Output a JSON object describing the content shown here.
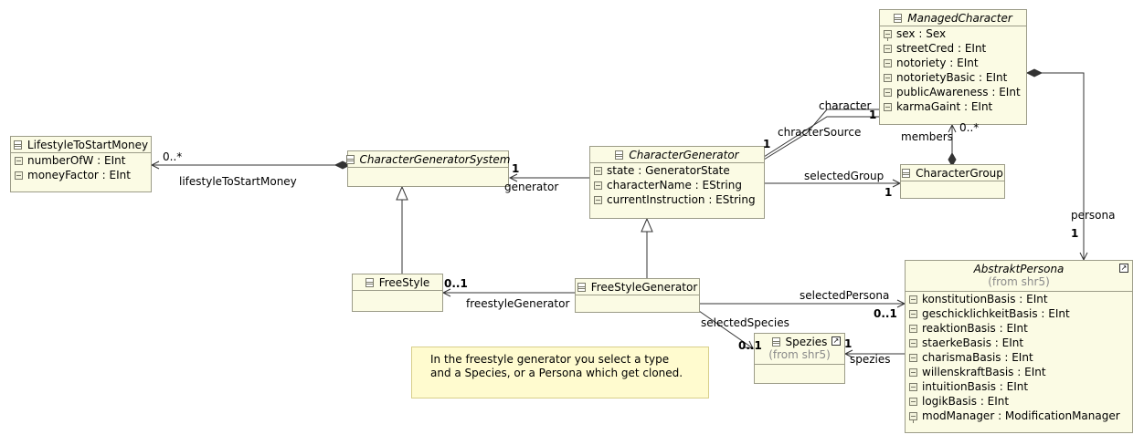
{
  "classes": {
    "lifestyle": {
      "name": "LifestyleToStartMoney",
      "attrs": [
        "numberOfW : EInt",
        "moneyFactor : EInt"
      ]
    },
    "cgs": {
      "name": "CharacterGeneratorSystem"
    },
    "cg": {
      "name": "CharacterGenerator",
      "attrs": [
        "state : GeneratorState",
        "characterName : EString",
        "currentInstruction : EString"
      ]
    },
    "managed": {
      "name": "ManagedCharacter",
      "attrs": [
        "sex : Sex",
        "streetCred : EInt",
        "notoriety : EInt",
        "notorietyBasic : EInt",
        "publicAwareness : EInt",
        "karmaGaint : EInt"
      ]
    },
    "group": {
      "name": "CharacterGroup"
    },
    "freestyle": {
      "name": "FreeStyle"
    },
    "fsg": {
      "name": "FreeStyleGenerator"
    },
    "persona": {
      "name": "AbstraktPersona",
      "from": "(from shr5)",
      "attrs": [
        "konstitutionBasis : EInt",
        "geschicklichkeitBasis : EInt",
        "reaktionBasis : EInt",
        "staerkeBasis : EInt",
        "charismaBasis : EInt",
        "willenskraftBasis : EInt",
        "intuitionBasis : EInt",
        "logikBasis : EInt",
        "modManager : ModificationManager"
      ]
    },
    "spezies": {
      "name": "Spezies",
      "from": "(from shr5)"
    }
  },
  "labels": {
    "lifestyle_mult": "0..*",
    "lifestyle_role": "lifestyleToStartMoney",
    "generator_mult": "1",
    "generator_role": "generator",
    "character_role": "character",
    "character_mult": "1",
    "source_role": "chracterSource",
    "source_mult": "1",
    "members_role": "members",
    "members_mult": "0..*",
    "selectedGroup_role": "selectedGroup",
    "selectedGroup_mult": "1",
    "persona_role": "persona",
    "persona_mult": "1",
    "fsgen_mult": "0..1",
    "fsgen_role": "freestyleGenerator",
    "selectedPersona_role": "selectedPersona",
    "selectedPersona_mult": "0..1",
    "selectedSpecies_role": "selectedSpecies",
    "selectedSpecies_mult": "0..1",
    "spezies_role": "spezies",
    "spezies_mult": "1"
  },
  "note": "In the freestyle generator you select a type and a Species, or a Persona which get cloned."
}
